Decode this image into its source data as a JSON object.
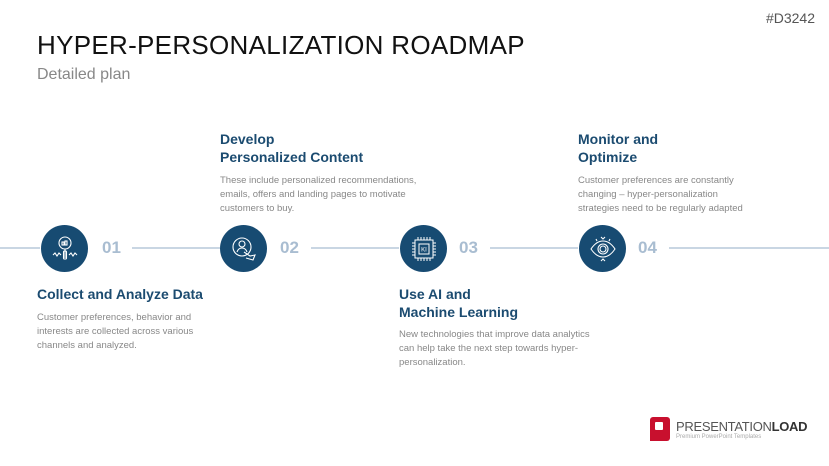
{
  "code": "#D3242",
  "title": "HYPER-PERSONALIZATION ROADMAP",
  "subtitle": "Detailed plan",
  "colors": {
    "accent": "#174b72",
    "number": "#a9bdd1",
    "line": "#c9d6e3",
    "logo": "#c8102e"
  },
  "steps": [
    {
      "num": "01",
      "icon": "magnifier-chart-icon",
      "title1": "Collect and Analyze Data",
      "title2": "",
      "desc": "Customer preferences, behavior and interests are collected across various channels and analyzed."
    },
    {
      "num": "02",
      "icon": "hand-touch-user-icon",
      "title1": "Develop",
      "title2": "Personalized Content",
      "desc": "These include personalized recommendations, emails, offers and landing pages to motivate customers to buy."
    },
    {
      "num": "03",
      "icon": "ai-chip-icon",
      "chip_label": "KI",
      "title1": "Use AI and",
      "title2": "Machine Learning",
      "desc": "New technologies that improve data analytics can help take the next step towards hyper-personalization."
    },
    {
      "num": "04",
      "icon": "eye-icon",
      "title1": "Monitor and",
      "title2": "Optimize",
      "desc": "Customer preferences are constantly changing – hyper-personalization strategies need to be regularly adapted"
    }
  ],
  "logo": {
    "name_light": "PRESENTATION",
    "name_bold": "LOAD",
    "tagline": "Premium PowerPoint Templates"
  }
}
